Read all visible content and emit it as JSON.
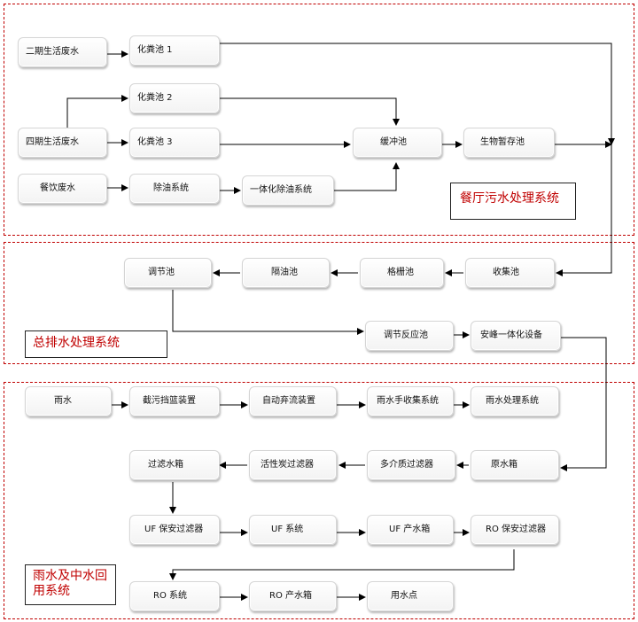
{
  "sections": {
    "restaurant": "餐厅污水处理系统",
    "drainage": "总排水处理系统",
    "rain": "雨水及中水回用系统"
  },
  "nodes": {
    "phase2": "二期生活废水",
    "septic1": "化粪池 1",
    "septic2": "化粪池 2",
    "phase4": "四期生活废水",
    "septic3": "化粪池 3",
    "buffer": "缓冲池",
    "bio": "生物暂存池",
    "food": "餐饮废水",
    "degrease": "除油系统",
    "integrated_degrease": "一体化除油系统",
    "regulate": "调节池",
    "oil_sep": "隔油池",
    "grille": "格栅池",
    "collect": "收集池",
    "regulate_react": "调节反应池",
    "andfeng": "安峰一体化设备",
    "rain": "雨水",
    "interceptor": "截污挡篮装置",
    "auto_discard": "自动弃流装置",
    "rain_collect": "雨水手收集系统",
    "rain_treat": "雨水处理系统",
    "filter_tank": "过滤水箱",
    "activated_carbon": "活性炭过滤器",
    "multi_media": "多介质过滤器",
    "raw_tank": "原水箱",
    "uf_filter": "UF 保安过滤器",
    "uf_system": "UF 系统",
    "uf_product": "UF 产水箱",
    "ro_filter": "RO 保安过滤器",
    "ro_system": "RO 系统",
    "ro_product": "RO 产水箱",
    "use_point": "用水点"
  }
}
